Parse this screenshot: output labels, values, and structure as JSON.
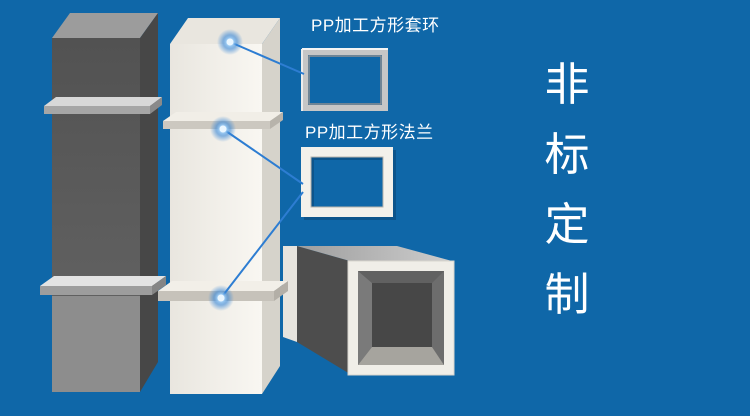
{
  "colors": {
    "background": "#0f67a8",
    "callout_line": "#2d7dd2",
    "text": "#ffffff"
  },
  "callouts": [
    {
      "label": "PP加工方形套环"
    },
    {
      "label": "PP加工方形法兰"
    }
  ],
  "vertical_slogan": {
    "text": "非标定制",
    "chars": [
      "非",
      "标",
      "定",
      "制"
    ]
  }
}
